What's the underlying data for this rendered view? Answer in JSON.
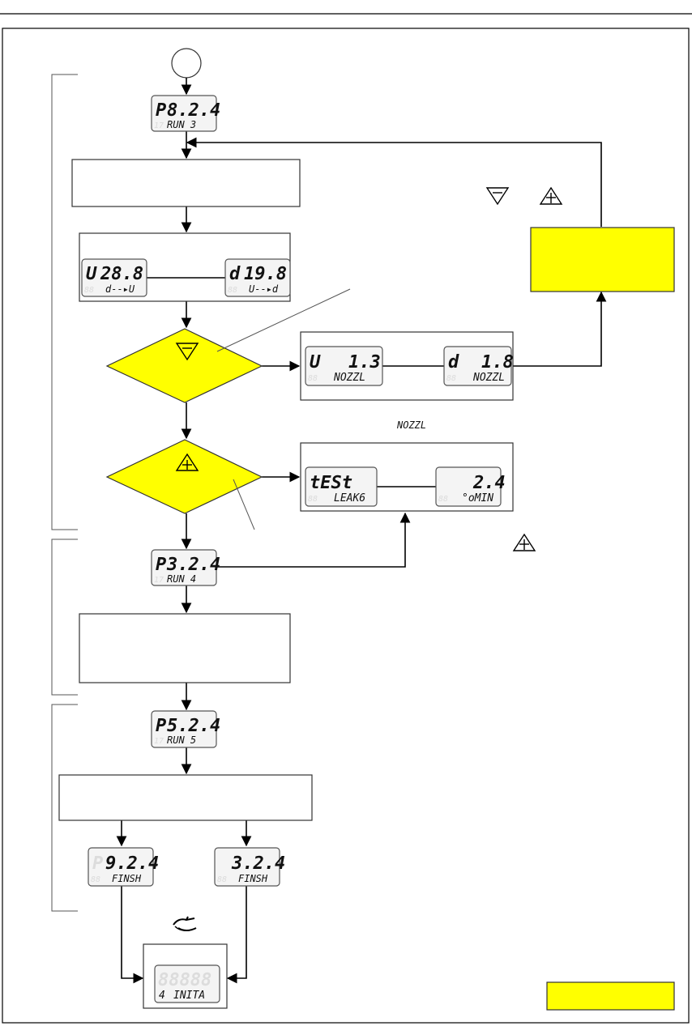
{
  "displays": {
    "run3": {
      "big_lead": "P",
      "big_value": "8.2.4",
      "small_lead": "17",
      "small_text": "RUN 3"
    },
    "up": {
      "big_lead": "U",
      "big_value": "28.8",
      "small_lead": "88",
      "small_text": "d--▸U"
    },
    "down": {
      "big_lead": "d",
      "big_value": "19.8",
      "small_lead": "88",
      "small_text": "U--▸d"
    },
    "nozzl_u": {
      "big_lead": "U",
      "big_value": "1.3",
      "small_lead": "88",
      "small_text": "NOZZL"
    },
    "nozzl_d": {
      "big_lead": "d",
      "big_value": "1.8",
      "small_lead": "88",
      "small_text": "NOZZL"
    },
    "test": {
      "big_lead": "tESt",
      "big_value": "",
      "small_lead": "88",
      "small_text": "LEAK6"
    },
    "timer": {
      "big_lead": "",
      "big_value": "2.4",
      "small_lead": "88",
      "small_text": "°oMIN"
    },
    "run4": {
      "big_lead": "P",
      "big_value": "3.2.4",
      "small_lead": "17",
      "small_text": "RUN 4"
    },
    "run5": {
      "big_lead": "P",
      "big_value": "5.2.4",
      "small_lead": "17",
      "small_text": "RUN 5"
    },
    "finsh1": {
      "big_lead": "P",
      "big_value": "9.2.4",
      "small_lead": "88",
      "small_text": "FINSH"
    },
    "finsh2": {
      "big_lead": "",
      "big_value": "3.2.4",
      "small_lead": "88",
      "small_text": "FINSH"
    },
    "init": {
      "big_lead": "",
      "big_value": "",
      "small_lead": "4",
      "small_text": "INITA"
    }
  },
  "labels": {
    "nozzl_note": "NOZZL"
  },
  "colors": {
    "highlight": "#ffff00",
    "line": "#000000",
    "lcd_dim": "#dcdcdc"
  },
  "icons": {
    "down_key": "down-triangle-key-icon",
    "up_key": "plus-triangle-key-icon",
    "hand": "hand-press-icon"
  }
}
